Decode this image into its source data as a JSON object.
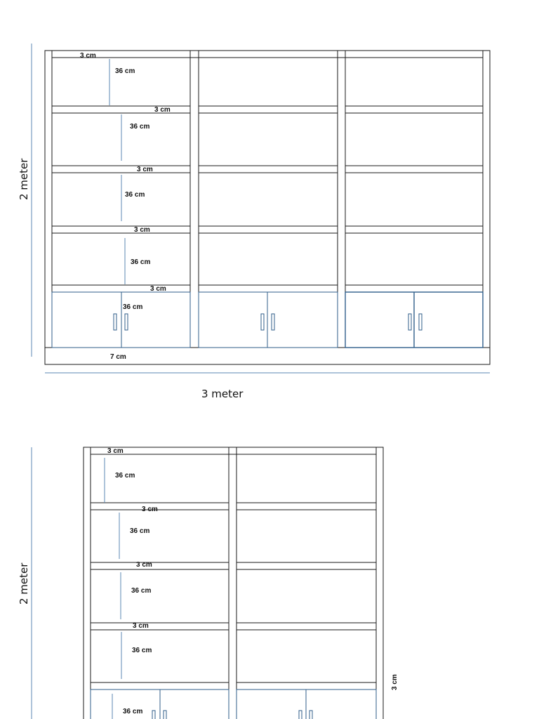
{
  "units": {
    "m2": "2 meter",
    "m3": "3 meter",
    "cm3": "3 cm",
    "cm36": "36 cm",
    "cm7": "7 cm"
  },
  "colors": {
    "line": "#1a1a1a",
    "dimension": "#5b87b3",
    "door": "#2f5d8a"
  }
}
